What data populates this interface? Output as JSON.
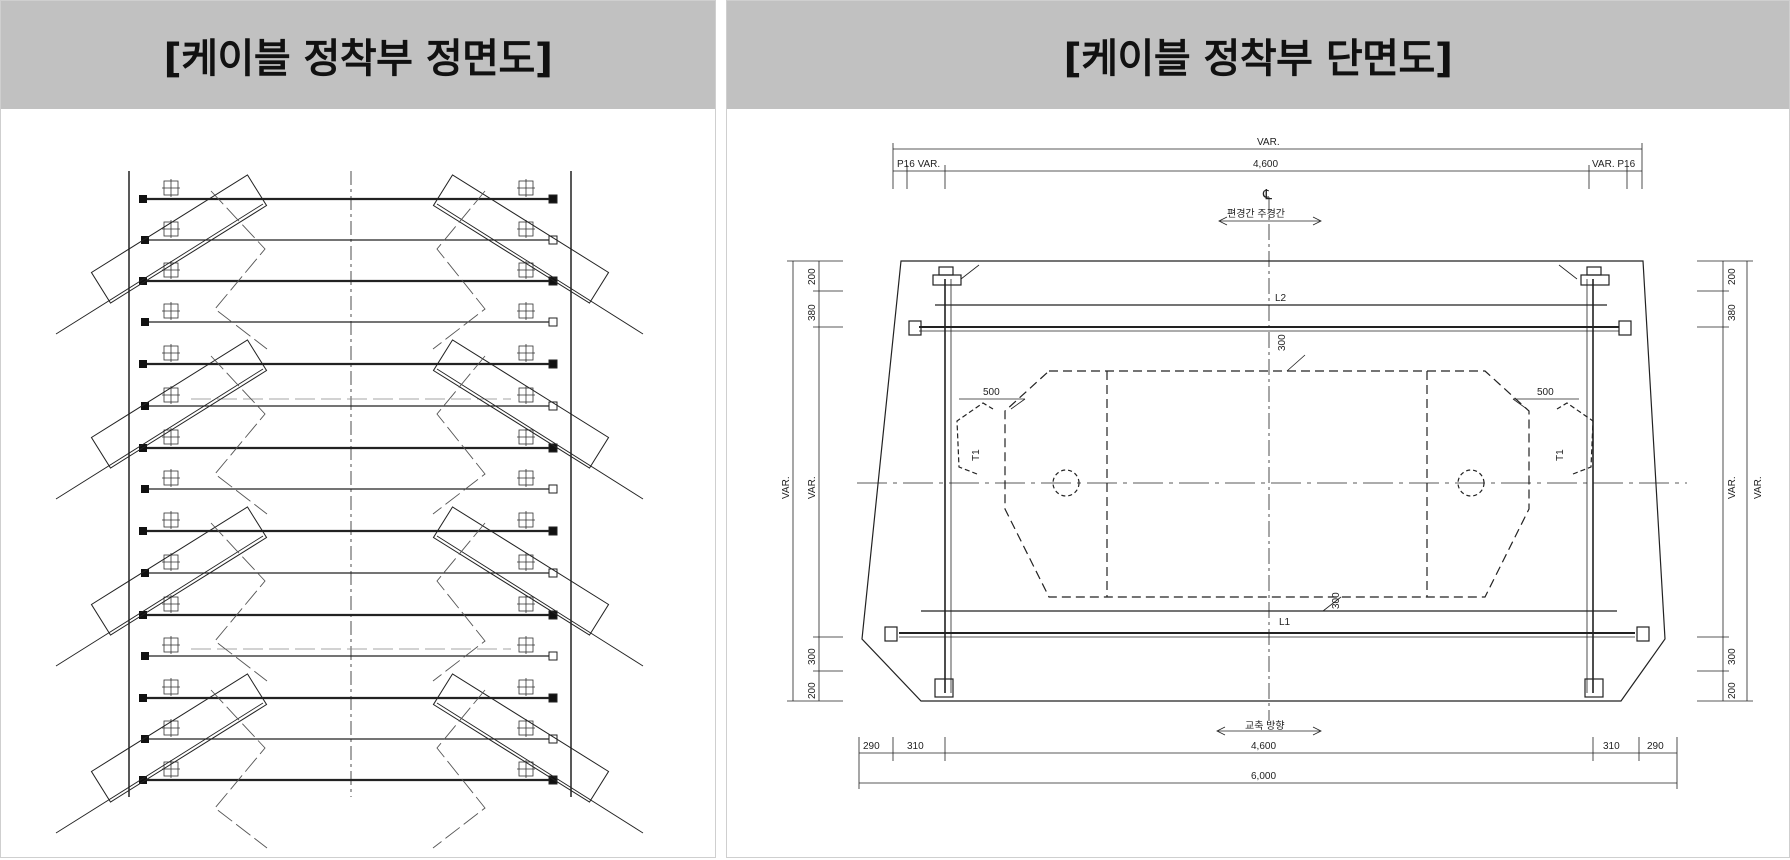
{
  "panels": {
    "left": {
      "title": "[케이블 정착부 정면도]"
    },
    "right": {
      "title": "[케이블 정착부 단면도]"
    }
  },
  "section_drawing": {
    "top_overall": "VAR.",
    "top_left": "P16 VAR.",
    "top_center": "4,600",
    "top_right": "VAR. P16",
    "centerline": "℄",
    "top_note": "편경간 주경간",
    "upper_bar": "L2",
    "upper_gap": "300",
    "left_chamfer": "500",
    "right_chamfer": "500",
    "left_T": "T1",
    "right_T": "T1",
    "lower_bar": "L1",
    "lower_gap": "300",
    "bottom_note": "교축 방향",
    "left_dims": [
      "200",
      "380",
      "VAR.",
      "VAR.",
      "300",
      "200"
    ],
    "right_dims": [
      "200",
      "380",
      "VAR.",
      "VAR.",
      "300",
      "200"
    ],
    "bottom_row": [
      "290",
      "310",
      "4,600",
      "310",
      "290"
    ],
    "bottom_overall": "6,000"
  }
}
